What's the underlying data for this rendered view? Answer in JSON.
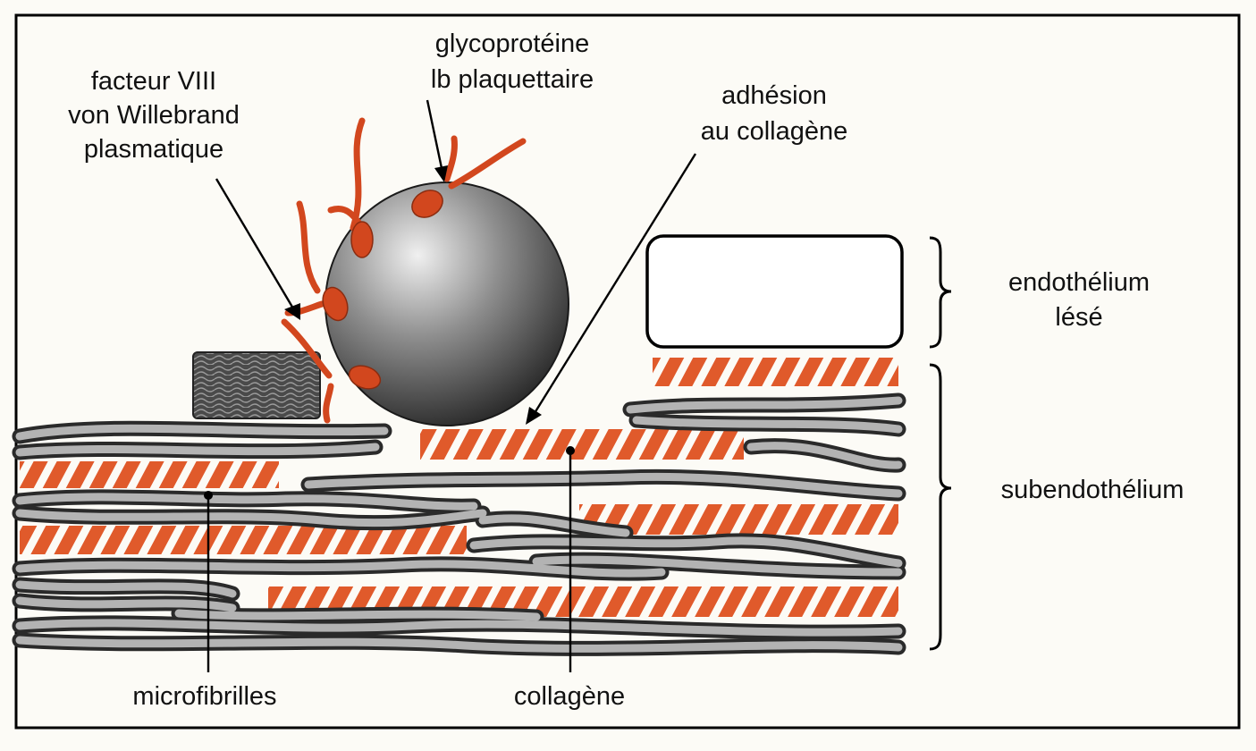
{
  "labels": {
    "facteur": [
      "facteur VIII",
      "von Willebrand",
      "plasmatique"
    ],
    "glyco": [
      "glycoprotéine",
      "lb plaquettaire"
    ],
    "adhesion": [
      "adhésion",
      "au collagène"
    ],
    "endothelium": [
      "endothélium",
      "lésé"
    ],
    "subendothelium": "subendothélium",
    "microfibrilles": "microfibrilles",
    "collagene": "collagène"
  },
  "colors": {
    "collagen": "#e05a2b",
    "factor": "#d2471e",
    "fibril": "#8c8c8c",
    "platelet": "#5e5e5e",
    "frame": "#000000",
    "background": "#fcfbf6"
  }
}
